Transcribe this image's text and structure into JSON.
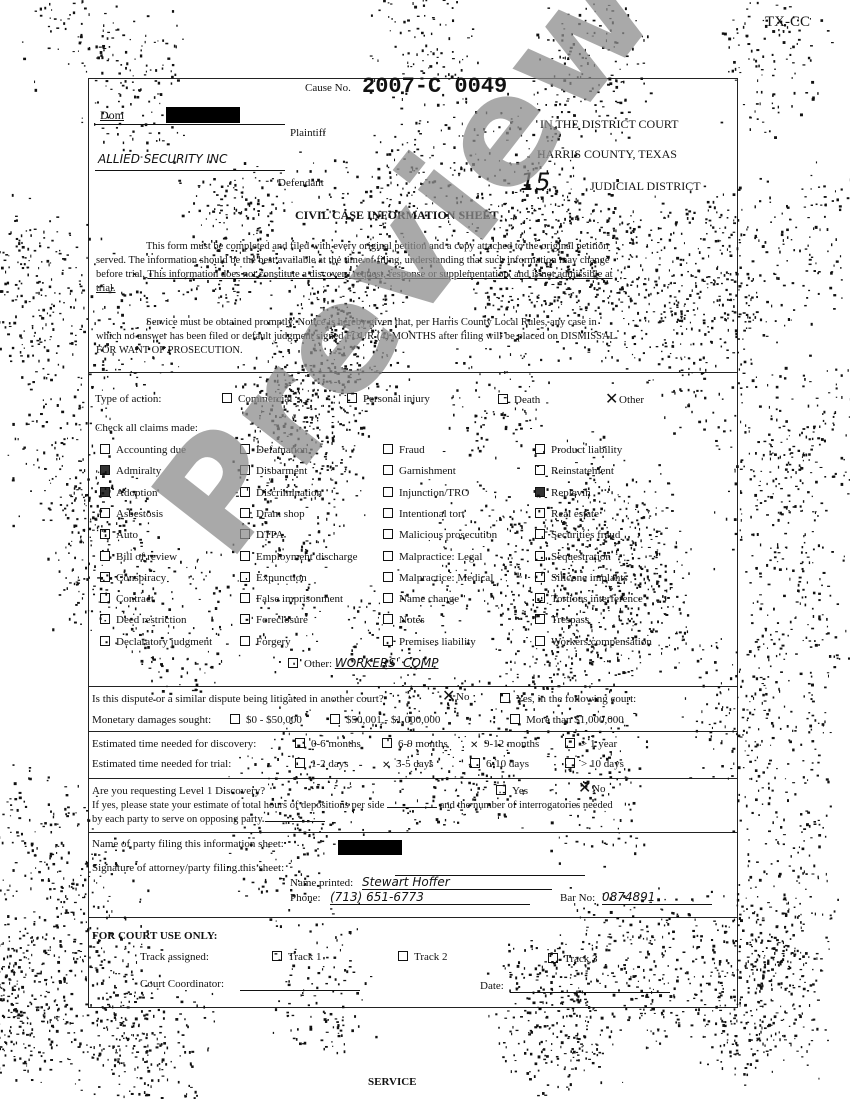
{
  "corner_mark": "TX-CC",
  "header": {
    "cause_label": "Cause No.",
    "cause_number": "2007-C 0049",
    "plaintiff_prefix": "Dom",
    "plaintiff_label": "Plaintiff",
    "defendant_name": "ALLIED SECURITY INC",
    "defendant_label": "Defendant",
    "court": "IN THE DISTRICT COURT",
    "county": "HARRIS COUNTY, TEXAS",
    "district_number": "15",
    "district_label": "JUDICIAL DISTRICT"
  },
  "title": "CIVIL CASE INFORMATION SHEET",
  "intro": {
    "p1a": "This form must be completed and filed with every original petition and a copy attached to the original petition",
    "p1b": "served. The information should be the best available at the time of filing, understanding that such information may change",
    "p1c": "before trial.",
    "p1d": "This information does not constitute a discovery request, response or supplementation, and is not admissible at",
    "p1e": "trial.",
    "p2a": "Service must be obtained promptly. Notice is hereby given that, per Harris County Local Rules, any case in",
    "p2b": "which no answer has been filed or default judgment signed FOUR (4) MONTHS after filing will be placed on DISMISSAL",
    "p2c": "FOR WANT OF PROSECUTION."
  },
  "type_of_action": {
    "label": "Type of action:",
    "options": [
      {
        "label": "Commercial",
        "checked": false
      },
      {
        "label": "Personal injury",
        "checked": false
      },
      {
        "label": "Death",
        "checked": false
      },
      {
        "label": "Other",
        "checked": true
      }
    ]
  },
  "claims": {
    "label": "Check all claims made:",
    "columns": [
      [
        "Accounting due",
        "Admiralty",
        "Adoption",
        "Asbestosis",
        "Auto",
        "Bill of review",
        "Conspiracy",
        "Contract",
        "Deed restriction",
        "Declaratory judgment"
      ],
      [
        "Defamation",
        "Disbarment",
        "Discrimination",
        "Dram shop",
        "DTPA",
        "Employment discharge",
        "Expunction",
        "False imprisonment",
        "Foreclosure",
        "Forgery"
      ],
      [
        "Fraud",
        "Garnishment",
        "Injunction/TRO",
        "Intentional tort",
        "Malicious prosecution",
        "Malpractice: Legal",
        "Malpractice: Medical",
        "Name change",
        "Notes",
        "Premises liability"
      ],
      [
        "Product liability",
        "Reinstatement",
        "Replevin",
        "Real estate",
        "Securities fraud",
        "Sequestration",
        "Silicone implants",
        "Tortious interference",
        "Trespass",
        "Workers compensation"
      ]
    ],
    "other_label": "Other:",
    "other_value": "WORKERS' COMP"
  },
  "related": {
    "question": "Is this dispute or a similar dispute being litigated in another court?",
    "no": "No",
    "no_checked": true,
    "yes": "Yes, in the following court:"
  },
  "damages": {
    "label": "Monetary damages sought:",
    "options": [
      "$0 - $50,000",
      "$50,001 - $1,000,000",
      "More than $1,000,000"
    ]
  },
  "discovery_time": {
    "label": "Estimated time needed for discovery:",
    "options": [
      {
        "label": "0-6 months",
        "checked": false
      },
      {
        "label": "6-9 months",
        "checked": false
      },
      {
        "label": "9-12 months",
        "checked": true
      },
      {
        "label": "> 1 year",
        "checked": false
      }
    ]
  },
  "trial_time": {
    "label": "Estimated time needed for trial:",
    "options": [
      {
        "label": "1-2 days",
        "checked": false
      },
      {
        "label": "3-5 days",
        "checked": true
      },
      {
        "label": "6-10 days",
        "checked": false
      },
      {
        "label": "> 10 days",
        "checked": false
      }
    ]
  },
  "level1": {
    "question": "Are you requesting Level 1 Discovery?",
    "yes": "Yes",
    "no": "No",
    "no_checked": true,
    "line2a": "If yes, please state your estimate of total hours of depositions per side",
    "line2b": "and the number of interrogatories needed",
    "line3": "by each party to serve on opposing party"
  },
  "filer": {
    "name_label": "Name of party filing this information sheet:",
    "signature_label": "Signature of attorney/party filing this sheet:",
    "name_printed_label": "Name printed:",
    "name_printed": "Stewart Hoffer",
    "phone_label": "Phone:",
    "phone": "(713) 651-6773",
    "bar_label": "Bar No:",
    "bar": "0874891"
  },
  "court_use": {
    "title": "FOR COURT USE ONLY:",
    "track_label": "Track assigned:",
    "tracks": [
      "Track 1",
      "Track 2",
      "Track 3"
    ],
    "coordinator_label": "Court Coordinator:",
    "date_label": "Date:"
  },
  "footer": "SERVICE",
  "watermark": "Preview"
}
